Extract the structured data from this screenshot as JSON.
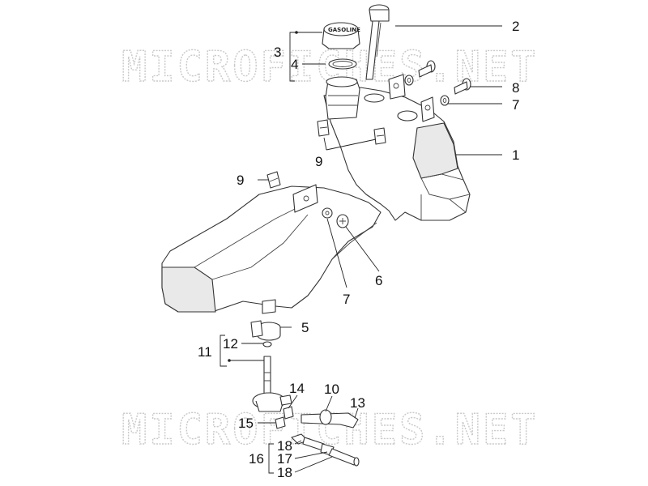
{
  "watermark": {
    "text": "MICROFICHES.NET"
  },
  "cap_text": "GASOLINE",
  "callouts": [
    {
      "id": "c1",
      "label": "1"
    },
    {
      "id": "c2",
      "label": "2"
    },
    {
      "id": "c3",
      "label": "3"
    },
    {
      "id": "c4",
      "label": "4"
    },
    {
      "id": "c5",
      "label": "5"
    },
    {
      "id": "c6",
      "label": "6"
    },
    {
      "id": "c7a",
      "label": "7"
    },
    {
      "id": "c7b",
      "label": "7"
    },
    {
      "id": "c8",
      "label": "8"
    },
    {
      "id": "c9a",
      "label": "9"
    },
    {
      "id": "c9b",
      "label": "9"
    },
    {
      "id": "c10",
      "label": "10"
    },
    {
      "id": "c11",
      "label": "11"
    },
    {
      "id": "c12",
      "label": "12"
    },
    {
      "id": "c13",
      "label": "13"
    },
    {
      "id": "c14",
      "label": "14"
    },
    {
      "id": "c15",
      "label": "15"
    },
    {
      "id": "c16",
      "label": "16"
    },
    {
      "id": "c17",
      "label": "17"
    },
    {
      "id": "c18a",
      "label": "18"
    },
    {
      "id": "c18b",
      "label": "18"
    }
  ]
}
